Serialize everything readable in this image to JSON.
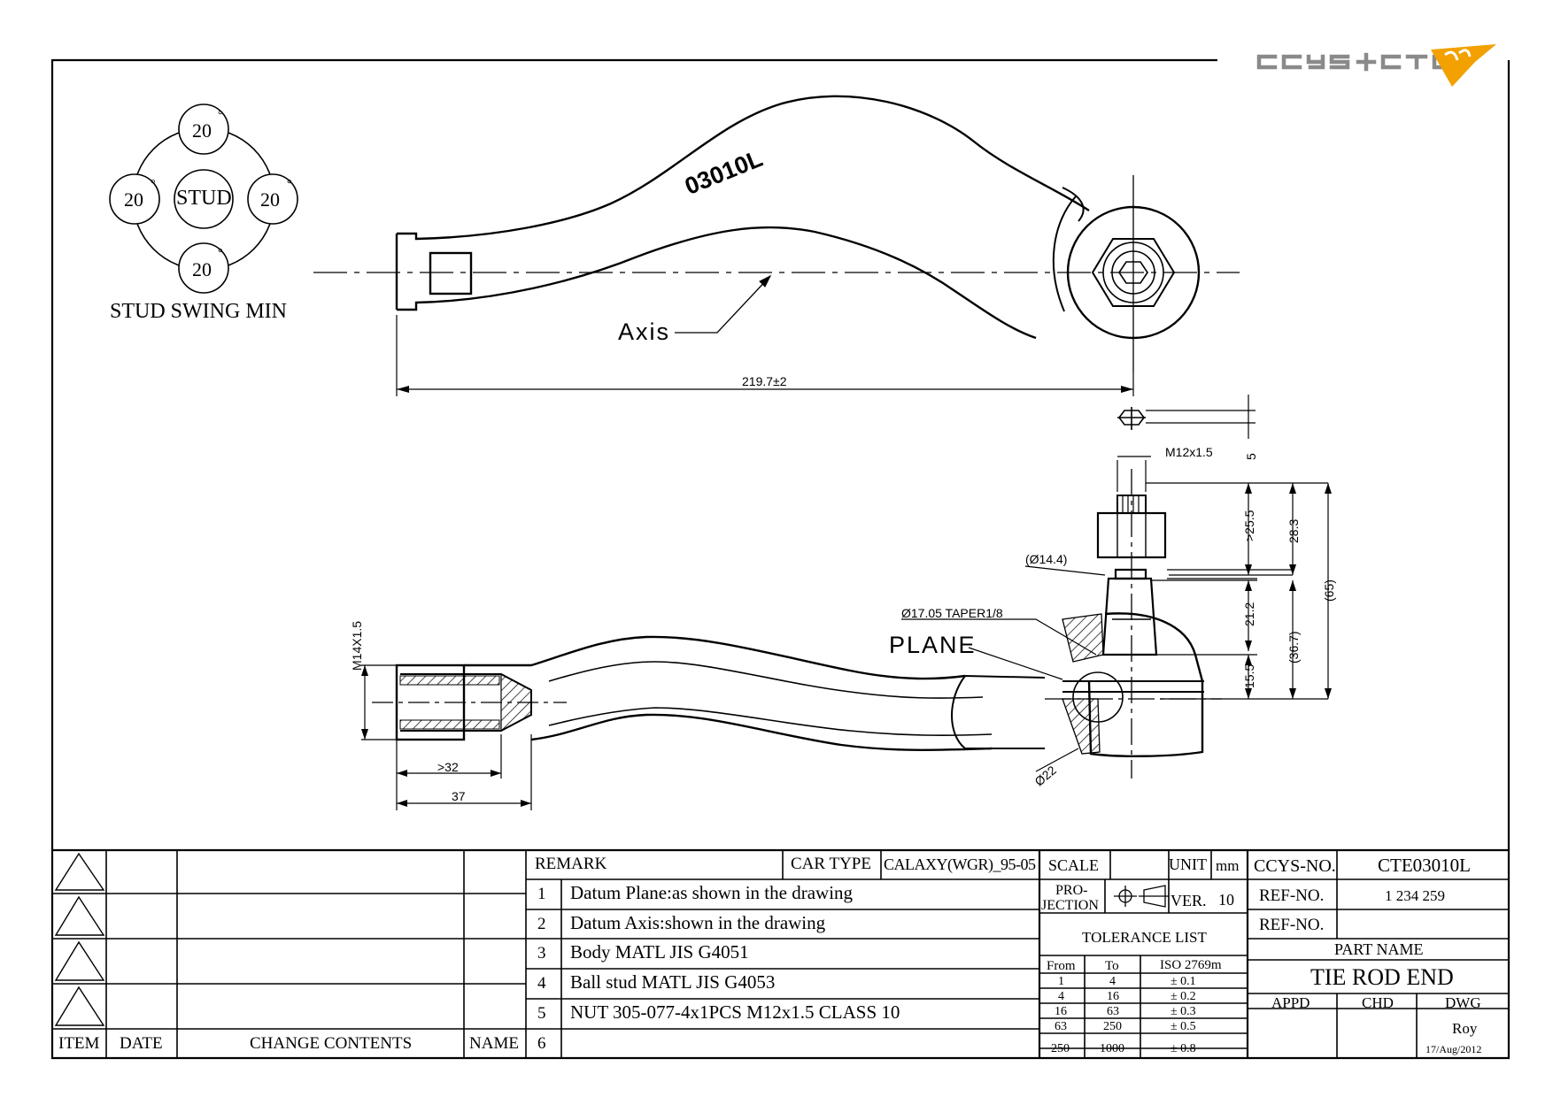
{
  "logo": {
    "text": "CCYS+CTC",
    "accent": "#f2a100"
  },
  "swing_diagram": {
    "center_label": "STUD",
    "angles": [
      "20",
      "20",
      "20",
      "20"
    ],
    "degree_symbol": "°",
    "title": "STUD SWING MIN"
  },
  "top_view": {
    "part_marking": "03010L",
    "axis_label": "Axis",
    "length_dim": "219.7±2"
  },
  "side_view": {
    "thread_label": "M12x1.5",
    "dim_5": "5",
    "dim_25_5": ">25.5",
    "dim_28_3": "28.3",
    "dim_65": "(65)",
    "dim_21_2": "21.2",
    "dim_36_7": "(36.7)",
    "dim_15_5": "15.5",
    "dia_14_4": "(Ø14.4)",
    "taper_label": "Ø17.05 TAPER1/8",
    "plane_label": "PLANE",
    "dia_22": "Ø22",
    "m14_label": "M14X1.5",
    "dim_32": ">32",
    "dim_37": "37"
  },
  "revision_block": {
    "headers": [
      "ITEM",
      "DATE",
      "CHANGE CONTENTS",
      "NAME"
    ]
  },
  "remarks": {
    "header": "REMARK",
    "car_type_label": "CAR TYPE",
    "car_type_value": "CALAXY(WGR)_95-05",
    "items": [
      {
        "num": "1",
        "text": "Datum Plane:as shown in the drawing"
      },
      {
        "num": "2",
        "text": "Datum Axis:shown in the drawing"
      },
      {
        "num": "3",
        "text": "Body MATL JIS G4051"
      },
      {
        "num": "4",
        "text": "Ball stud MATL JIS G4053"
      },
      {
        "num": "5",
        "text": "NUT 305-077-4x1PCS M12x1.5 CLASS 10"
      },
      {
        "num": "6",
        "text": ""
      }
    ]
  },
  "title_block": {
    "scale_label": "SCALE",
    "unit_label": "UNIT",
    "unit_value": "mm",
    "projection_label_1": "PRO-",
    "projection_label_2": "JECTION",
    "ver_label": "VER.",
    "ver_value": "10",
    "tolerance_title": "TOLERANCE LIST",
    "tolerance_headers": [
      "From",
      "To",
      "ISO 2769m"
    ],
    "tolerance_rows": [
      [
        "1",
        "4",
        "± 0.1"
      ],
      [
        "4",
        "16",
        "± 0.2"
      ],
      [
        "16",
        "63",
        "± 0.3"
      ],
      [
        "63",
        "250",
        "± 0.5"
      ],
      [
        "250",
        "1000",
        "± 0.8"
      ]
    ],
    "ccys_no_label": "CCYS-NO.",
    "ccys_no_value": "CTE03010L",
    "ref_no_label": "REF-NO.",
    "ref_no_value": "1 234 259",
    "ref_no_label_2": "REF-NO.",
    "ref_no_value_2": "",
    "part_name_label": "PART NAME",
    "part_name_value": "TIE ROD END",
    "appd_label": "APPD",
    "chd_label": "CHD",
    "dwg_label": "DWG",
    "drawn_by": "Roy",
    "date": "17/Aug/2012"
  }
}
